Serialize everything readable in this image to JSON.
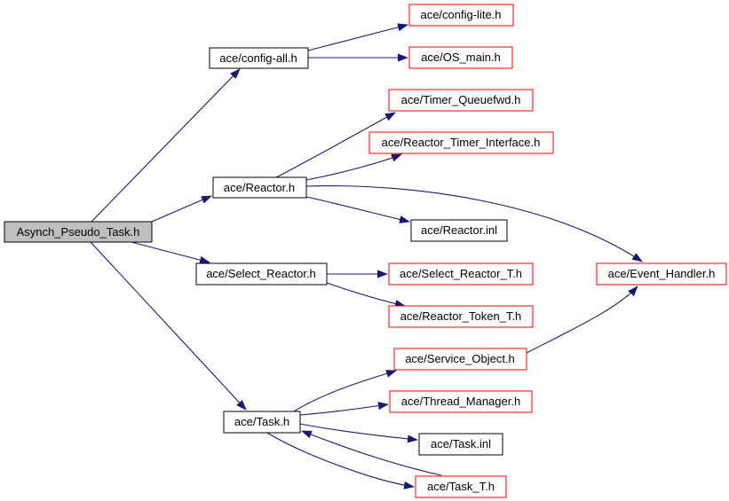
{
  "diagram": {
    "kind": "include-dependency-graph",
    "root": "Asynch_Pseudo_Task.h",
    "colors": {
      "background": "#ffffff",
      "edge": "#191970",
      "node_border_red": "#ff0000",
      "node_border_black": "#000000",
      "root_fill": "#bfbfbf",
      "text": "#000000"
    },
    "nodes": [
      {
        "id": "asynch_pseudo_task",
        "label": "Asynch_Pseudo_Task.h",
        "style": "root"
      },
      {
        "id": "config_all",
        "label": "ace/config-all.h",
        "style": "black"
      },
      {
        "id": "config_lite",
        "label": "ace/config-lite.h",
        "style": "red"
      },
      {
        "id": "os_main",
        "label": "ace/OS_main.h",
        "style": "red"
      },
      {
        "id": "timer_queuefwd",
        "label": "ace/Timer_Queuefwd.h",
        "style": "red"
      },
      {
        "id": "reactor_timer_interface",
        "label": "ace/Reactor_Timer_Interface.h",
        "style": "red"
      },
      {
        "id": "reactor",
        "label": "ace/Reactor.h",
        "style": "black"
      },
      {
        "id": "reactor_inl",
        "label": "ace/Reactor.inl",
        "style": "black"
      },
      {
        "id": "select_reactor",
        "label": "ace/Select_Reactor.h",
        "style": "black"
      },
      {
        "id": "select_reactor_t",
        "label": "ace/Select_Reactor_T.h",
        "style": "red"
      },
      {
        "id": "reactor_token_t",
        "label": "ace/Reactor_Token_T.h",
        "style": "red"
      },
      {
        "id": "event_handler",
        "label": "ace/Event_Handler.h",
        "style": "red"
      },
      {
        "id": "service_object",
        "label": "ace/Service_Object.h",
        "style": "red"
      },
      {
        "id": "thread_manager",
        "label": "ace/Thread_Manager.h",
        "style": "red"
      },
      {
        "id": "task_inl",
        "label": "ace/Task.inl",
        "style": "black"
      },
      {
        "id": "task_t",
        "label": "ace/Task_T.h",
        "style": "red"
      },
      {
        "id": "task",
        "label": "ace/Task.h",
        "style": "black"
      }
    ],
    "edges": [
      {
        "from": "asynch_pseudo_task",
        "to": "config_all"
      },
      {
        "from": "asynch_pseudo_task",
        "to": "reactor"
      },
      {
        "from": "asynch_pseudo_task",
        "to": "select_reactor"
      },
      {
        "from": "asynch_pseudo_task",
        "to": "task"
      },
      {
        "from": "config_all",
        "to": "config_lite"
      },
      {
        "from": "config_all",
        "to": "os_main"
      },
      {
        "from": "reactor",
        "to": "timer_queuefwd"
      },
      {
        "from": "reactor",
        "to": "reactor_timer_interface"
      },
      {
        "from": "reactor",
        "to": "reactor_inl"
      },
      {
        "from": "reactor",
        "to": "event_handler"
      },
      {
        "from": "select_reactor",
        "to": "select_reactor_t"
      },
      {
        "from": "select_reactor",
        "to": "reactor_token_t"
      },
      {
        "from": "task",
        "to": "service_object"
      },
      {
        "from": "task",
        "to": "thread_manager"
      },
      {
        "from": "task",
        "to": "task_inl"
      },
      {
        "from": "task",
        "to": "task_t"
      },
      {
        "from": "task_t",
        "to": "task"
      },
      {
        "from": "service_object",
        "to": "event_handler"
      }
    ]
  }
}
